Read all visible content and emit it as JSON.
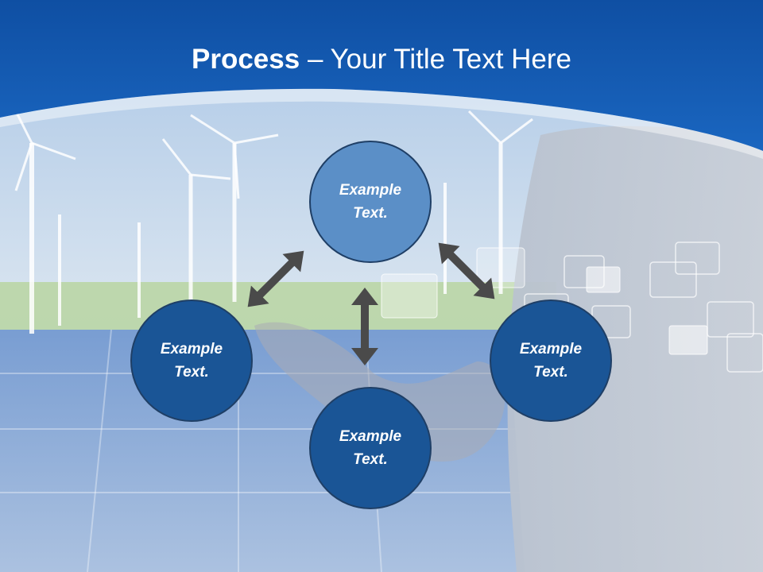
{
  "slide": {
    "title_bold": "Process",
    "title_rest": " – Your Title Text Here"
  },
  "nodes": [
    {
      "line1": "Example",
      "line2": "Text."
    },
    {
      "line1": "Example",
      "line2": "Text."
    },
    {
      "line1": "Example",
      "line2": "Text."
    },
    {
      "line1": "Example",
      "line2": "Text."
    }
  ],
  "colors": {
    "header_blue": "#1a5db0",
    "node_light": "#5b8fc7",
    "node_dark": "#1a5596",
    "arrow": "#4a4a4a"
  }
}
